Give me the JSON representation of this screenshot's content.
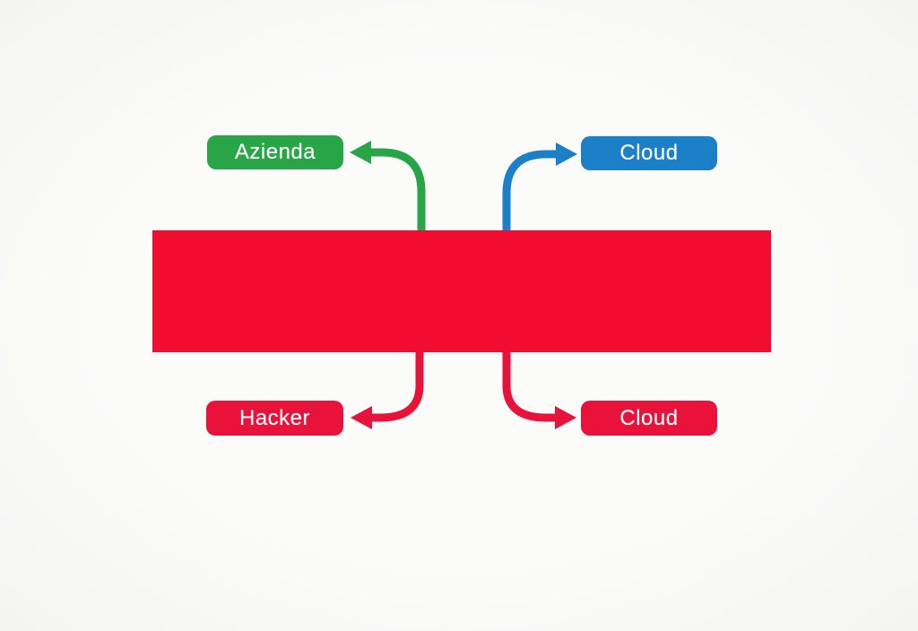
{
  "canvas": {
    "background": "#fafaf9"
  },
  "diagram": {
    "firewall_bar": {
      "color": "#F20D30"
    },
    "nodes": [
      {
        "id": "azienda",
        "label": "Azienda",
        "color": "#28A546",
        "text_color": "#ffffff",
        "position": "top-left"
      },
      {
        "id": "cloud-top",
        "label": "Cloud",
        "color": "#1C80C8",
        "text_color": "#ffffff",
        "position": "top-right"
      },
      {
        "id": "hacker",
        "label": "Hacker",
        "color": "#E8123B",
        "text_color": "#ffffff",
        "position": "bottom-left"
      },
      {
        "id": "cloud-bottom",
        "label": "Cloud",
        "color": "#E8123B",
        "text_color": "#ffffff",
        "position": "bottom-right"
      }
    ],
    "arrows": [
      {
        "id": "bar-to-azienda",
        "color": "#28A546",
        "from": "firewall_bar",
        "to": "azienda"
      },
      {
        "id": "bar-to-cloud-top",
        "color": "#1C80C8",
        "from": "firewall_bar",
        "to": "cloud-top"
      },
      {
        "id": "bar-to-hacker",
        "color": "#E8123B",
        "from": "firewall_bar",
        "to": "hacker"
      },
      {
        "id": "bar-to-cloud-bottom",
        "color": "#E8123B",
        "from": "firewall_bar",
        "to": "cloud-bottom"
      }
    ]
  }
}
